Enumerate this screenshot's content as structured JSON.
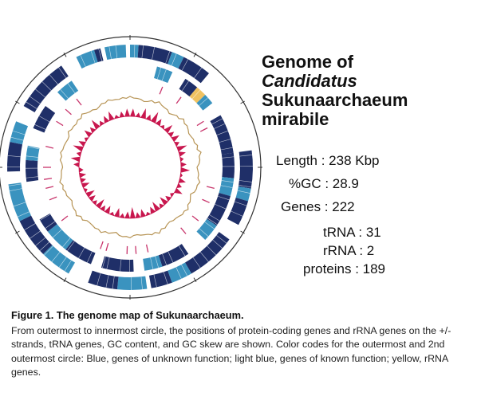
{
  "title": {
    "line1": "Genome of",
    "line2": "Candidatus",
    "line3": "Sukunaarchaeum",
    "line4": "mirabile"
  },
  "stats": {
    "length": "Length : 238 Kbp",
    "gc": "%GC : 28.9",
    "genes": "Genes : 222",
    "trna": "tRNA : 31",
    "rrna": "rRNA : 2",
    "proteins": "proteins : 189"
  },
  "caption": {
    "title": "Figure 1. The genome map of Sukunaarchaeum.",
    "body": "From outermost to innermost circle, the positions of protein-coding genes and rRNA genes on the +/- strands, tRNA genes, GC content, and GC skew are shown. Color codes for the outermost and 2nd outermost circle: Blue, genes of unknown function; light blue, genes of known function; yellow, rRNA genes."
  },
  "colors": {
    "unknown_function": "#1f2f68",
    "known_function": "#3a93bf",
    "rrna": "#f0c261",
    "trna": "#c8346b",
    "gc_content": "#b79455",
    "gc_skew": "#c8174e"
  },
  "map": {
    "outer_ring": [
      {
        "start": 0,
        "end": 4,
        "type": "known"
      },
      {
        "start": 4,
        "end": 20,
        "type": "unknown"
      },
      {
        "start": 20,
        "end": 26,
        "type": "known"
      },
      {
        "start": 26,
        "end": 40,
        "type": "unknown"
      },
      {
        "start": 82,
        "end": 100,
        "type": "unknown"
      },
      {
        "start": 100,
        "end": 106,
        "type": "known"
      },
      {
        "start": 106,
        "end": 118,
        "type": "unknown"
      },
      {
        "start": 126,
        "end": 150,
        "type": "unknown"
      },
      {
        "start": 150,
        "end": 160,
        "type": "known"
      },
      {
        "start": 160,
        "end": 170,
        "type": "unknown"
      },
      {
        "start": 172,
        "end": 186,
        "type": "known"
      },
      {
        "start": 186,
        "end": 200,
        "type": "unknown"
      },
      {
        "start": 210,
        "end": 225,
        "type": "known"
      },
      {
        "start": 225,
        "end": 244,
        "type": "unknown"
      },
      {
        "start": 244,
        "end": 262,
        "type": "known"
      },
      {
        "start": 268,
        "end": 282,
        "type": "unknown"
      },
      {
        "start": 282,
        "end": 292,
        "type": "known"
      },
      {
        "start": 300,
        "end": 326,
        "type": "unknown"
      },
      {
        "start": 334,
        "end": 343,
        "type": "known"
      },
      {
        "start": 343,
        "end": 346,
        "type": "unknown"
      },
      {
        "start": 348,
        "end": 358,
        "type": "known"
      }
    ],
    "inner_ring": [
      {
        "start": 15,
        "end": 24,
        "type": "known"
      },
      {
        "start": 32,
        "end": 40,
        "type": "unknown"
      },
      {
        "start": 40,
        "end": 46,
        "type": "rrna"
      },
      {
        "start": 46,
        "end": 52,
        "type": "known"
      },
      {
        "start": 60,
        "end": 82,
        "type": "unknown"
      },
      {
        "start": 82,
        "end": 96,
        "type": "unknown"
      },
      {
        "start": 96,
        "end": 106,
        "type": "known"
      },
      {
        "start": 106,
        "end": 124,
        "type": "unknown"
      },
      {
        "start": 124,
        "end": 134,
        "type": "known"
      },
      {
        "start": 146,
        "end": 162,
        "type": "unknown"
      },
      {
        "start": 162,
        "end": 172,
        "type": "known"
      },
      {
        "start": 178,
        "end": 196,
        "type": "unknown"
      },
      {
        "start": 202,
        "end": 218,
        "type": "unknown"
      },
      {
        "start": 218,
        "end": 232,
        "type": "known"
      },
      {
        "start": 232,
        "end": 240,
        "type": "unknown"
      },
      {
        "start": 262,
        "end": 274,
        "type": "unknown"
      },
      {
        "start": 274,
        "end": 282,
        "type": "known"
      },
      {
        "start": 292,
        "end": 306,
        "type": "unknown"
      },
      {
        "start": 316,
        "end": 326,
        "type": "known"
      }
    ],
    "trna_positions": [
      22,
      36,
      58,
      63,
      104,
      114,
      128,
      140,
      168,
      176,
      182,
      196,
      200,
      232,
      248,
      256,
      262,
      270,
      284,
      302,
      312,
      322
    ],
    "gc_content": [
      0.6,
      0.2,
      -0.3,
      0.4,
      0.8,
      0.1,
      -0.5,
      0.3,
      0.9,
      0.5,
      -0.2,
      0.2,
      0.6,
      1.0,
      0.4,
      -0.4,
      0.1,
      0.7,
      0.3,
      -0.6,
      0.2,
      0.8,
      0.5,
      0.0,
      -0.3,
      0.4,
      0.9,
      0.6,
      0.1,
      -0.2,
      0.5,
      0.3,
      -0.5,
      0.2,
      0.7,
      0.4,
      0.0,
      0.6,
      0.9,
      0.3,
      -0.4,
      0.2,
      0.5,
      0.8,
      0.1,
      -0.3,
      0.4,
      0.6,
      0.2,
      -0.1,
      0.7,
      0.3,
      0.5,
      0.8,
      0.0,
      -0.4,
      0.3,
      0.6,
      0.2,
      0.4
    ],
    "gc_skew": [
      0.7,
      0.4,
      0.9,
      0.5,
      1.0,
      0.6,
      0.3,
      0.8,
      0.5,
      0.7,
      0.4,
      0.9,
      0.6,
      0.3,
      0.5,
      0.8,
      0.2,
      0.6,
      0.4,
      0.7,
      -0.3,
      -0.5,
      -0.8,
      -0.4,
      -0.9,
      -0.6,
      -0.3,
      -0.7,
      -0.5,
      -1.0,
      -0.6,
      -0.4,
      -0.8,
      -0.3,
      -0.7,
      -0.5,
      -0.9,
      -0.4,
      -0.6,
      -0.8,
      -0.3,
      -0.7,
      -0.5,
      -0.6,
      -0.4,
      0.5,
      0.8,
      0.4,
      0.9,
      0.6,
      0.3,
      0.7,
      0.5,
      0.9,
      0.4,
      0.6,
      0.8,
      0.3,
      0.5,
      0.7
    ]
  }
}
